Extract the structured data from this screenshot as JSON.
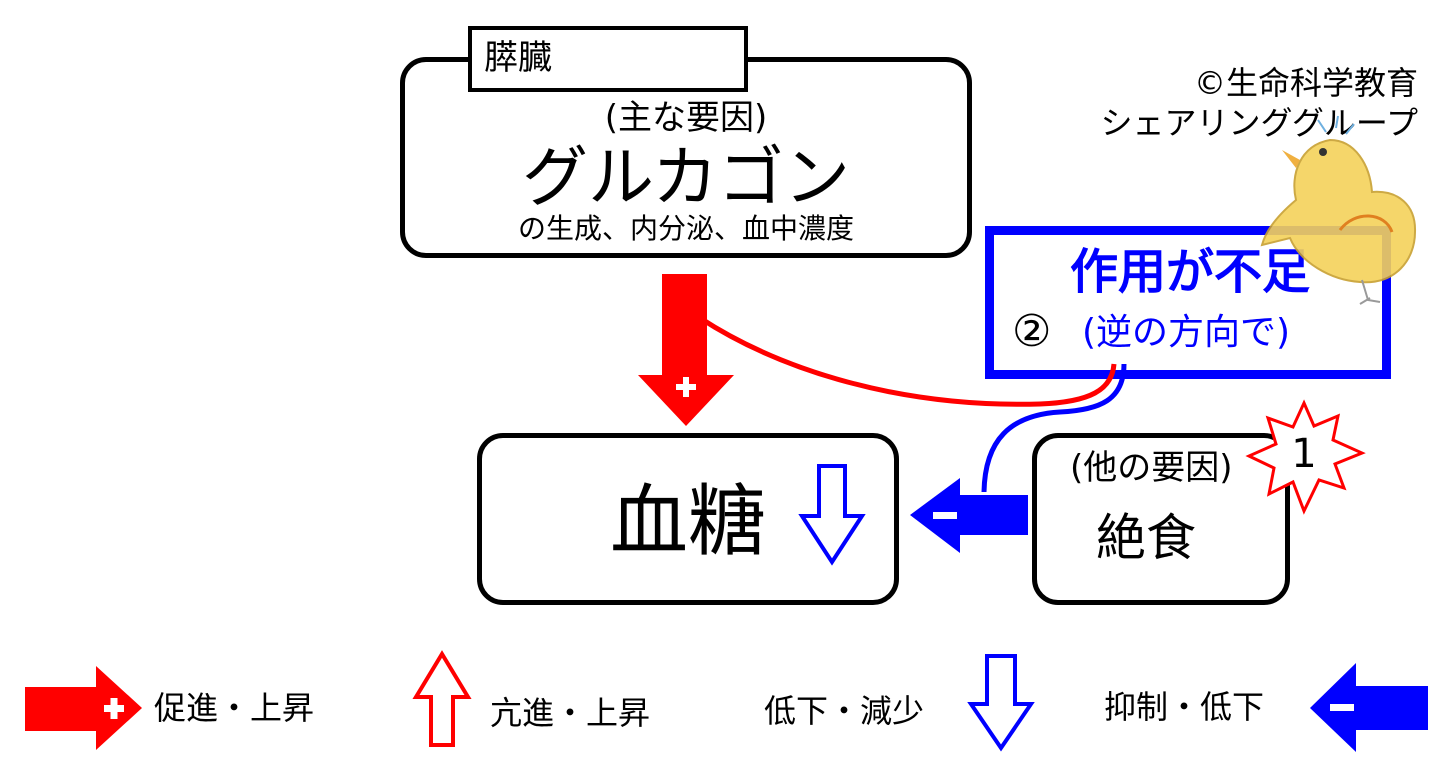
{
  "pancreas": {
    "organ_label": "膵臓",
    "subtitle": "(主な要因)",
    "hormone": "グルカゴン",
    "caption": "の生成、内分泌、血中濃度"
  },
  "copyright": {
    "line1": "©生命科学教育",
    "line2": "シェアリンググループ"
  },
  "deficiency": {
    "title": "作用が不足",
    "number": "②",
    "note": "(逆の方向で)"
  },
  "blood_sugar": {
    "label": "血糖"
  },
  "other_factor": {
    "subtitle": "(他の要因)",
    "label": "絶食",
    "badge": "1"
  },
  "legend": {
    "promote": "促進・上昇",
    "enhance": "亢進・上昇",
    "decrease": "低下・減少",
    "inhibit": "抑制・低下"
  },
  "colors": {
    "red": "#ff0000",
    "blue": "#0000ff",
    "black": "#000000"
  }
}
